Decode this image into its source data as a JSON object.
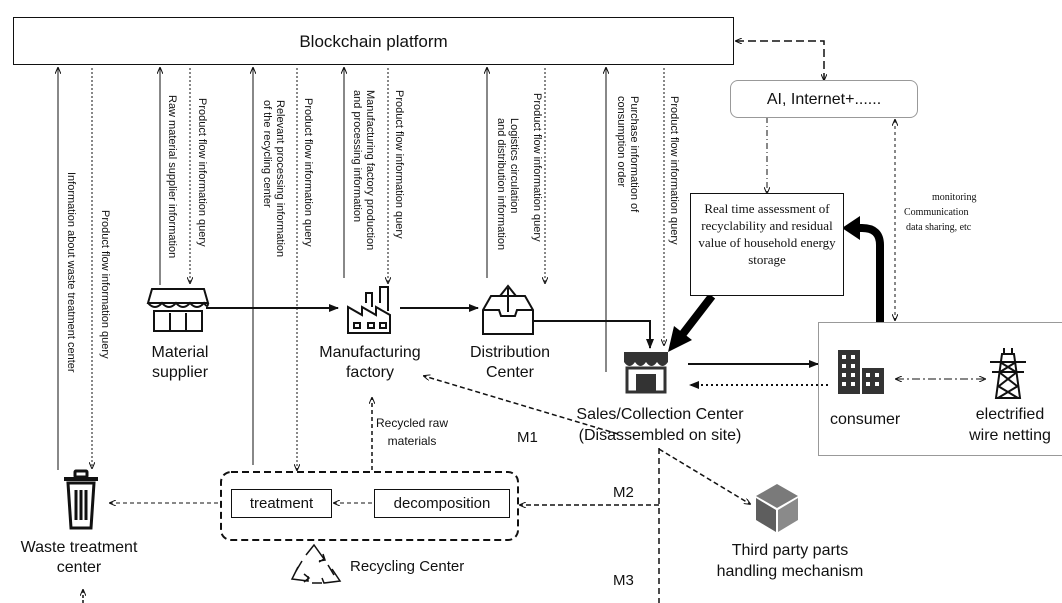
{
  "platform": {
    "title": "Blockchain platform"
  },
  "ai": {
    "label": "AI, Internet+......"
  },
  "assessment": {
    "text": "Real time assessment of recyclability and residual value of household energy storage"
  },
  "monitoring": {
    "line1": "monitoring",
    "line2": "Communication",
    "line3": "data sharing, etc"
  },
  "nodes": {
    "material_supplier": [
      "Material",
      "supplier"
    ],
    "manufacturing_factory": [
      "Manufacturing",
      "factory"
    ],
    "distribution_center": [
      "Distribution",
      "Center"
    ],
    "sales_center": [
      "Sales/Collection Center",
      "(Disassembled on site)"
    ],
    "consumer": "consumer",
    "grid": [
      "electrified",
      "wire netting"
    ],
    "waste_center": [
      "Waste treatment",
      "center"
    ],
    "third_party": [
      "Third party parts",
      "handling mechanism"
    ],
    "recycling_center": "Recycling Center"
  },
  "recycling": {
    "treatment": "treatment",
    "decomposition": "decomposition"
  },
  "recycled_raw": [
    "Recycled raw",
    "materials"
  ],
  "routes": {
    "m1": "M1",
    "m2": "M2",
    "m3": "M3"
  },
  "vertical_labels": {
    "waste_info": "Information about waste treatment center",
    "waste_query": "Product flow information query",
    "raw_info": "Raw material supplier information",
    "raw_query": "Product flow information query",
    "recycle_info": [
      "Relevant processing information",
      "of the recycling center"
    ],
    "recycle_query": "Product flow information query",
    "mfg_info": [
      "Manufacturing factory production",
      "and processing information"
    ],
    "mfg_query": "Product flow information query",
    "logistics_info": [
      "Logistics circulation",
      "and distribution information"
    ],
    "logistics_query": "Product flow information query",
    "purchase_info": [
      "Purchase information of",
      "consumption order"
    ],
    "purchase_query": "Product flow information query"
  },
  "icons": [
    "shop-icon",
    "factory-icon",
    "distribution-box-icon",
    "store-icon",
    "buildings-icon",
    "power-tower-icon",
    "trash-can-icon",
    "cube-icon",
    "recycle-icon"
  ]
}
